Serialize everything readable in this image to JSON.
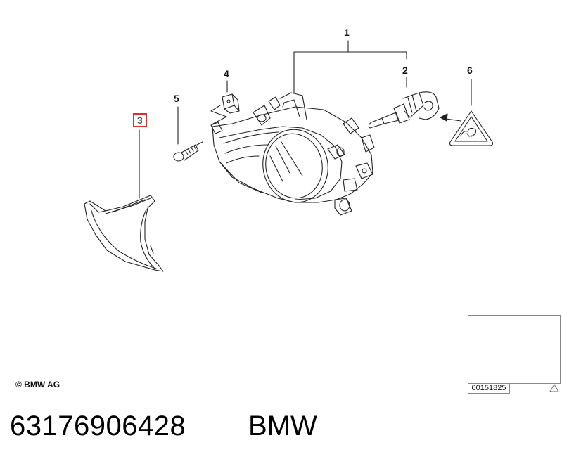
{
  "callouts": {
    "c1": "1",
    "c2": "2",
    "c3": "3",
    "c4": "4",
    "c5": "5",
    "c6": "6"
  },
  "copyright": "© BMW AG",
  "thumbnail": {
    "code": "00151825"
  },
  "footer": {
    "part_number": "63176906428",
    "brand": "BMW"
  },
  "colors": {
    "highlight_box": "#d9302c",
    "line": "#222222"
  }
}
